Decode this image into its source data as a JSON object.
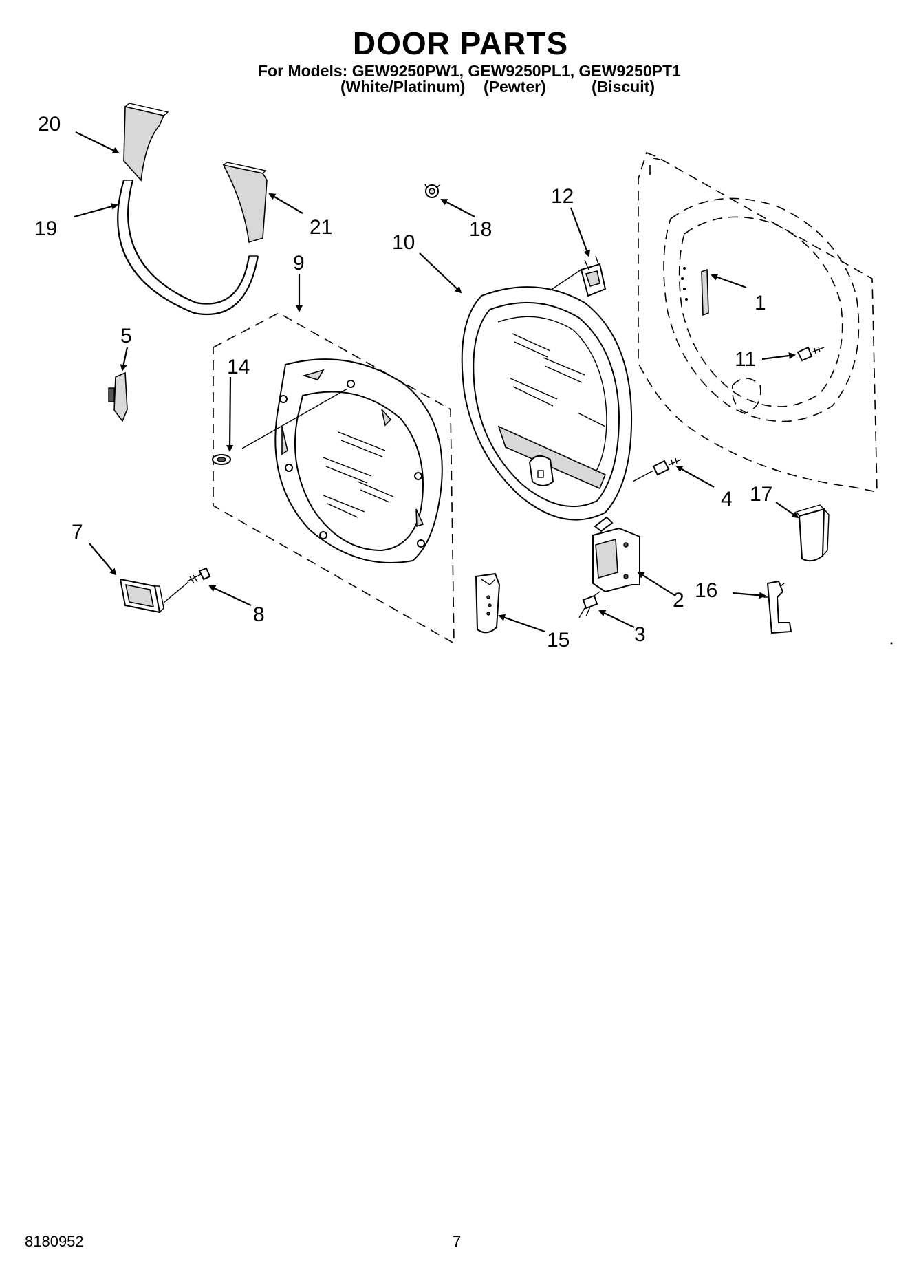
{
  "header": {
    "title": "DOOR PARTS",
    "models_line": "For Models: GEW9250PW1, GEW9250PL1, GEW9250PT1",
    "colors": [
      "(White/Platinum)",
      "(Pewter)",
      "(Biscuit)"
    ]
  },
  "callouts": [
    "1",
    "2",
    "3",
    "4",
    "5",
    "7",
    "8",
    "9",
    "10",
    "11",
    "12",
    "14",
    "15",
    "16",
    "17",
    "18",
    "19",
    "20",
    "21"
  ],
  "footer": {
    "doc_number": "8180952",
    "page_number": "7"
  }
}
